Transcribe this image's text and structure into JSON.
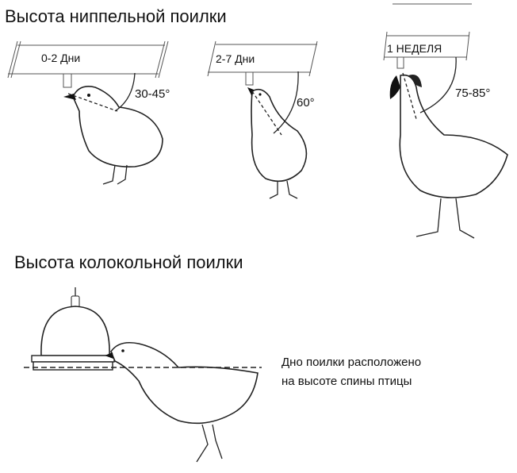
{
  "nipple_section": {
    "title": "Высота ниппельной поилки",
    "stages": [
      {
        "age": "0-2 Дни",
        "angle": "30-45°"
      },
      {
        "age": "2-7 Дни",
        "angle": "60°"
      },
      {
        "age": "1 НЕДЕЛЯ",
        "angle": "75-85°"
      }
    ]
  },
  "bell_section": {
    "title": "Высота колокольной поилки",
    "note_line1": "Дно поилки расположено",
    "note_line2": "на высоте спины птицы"
  }
}
